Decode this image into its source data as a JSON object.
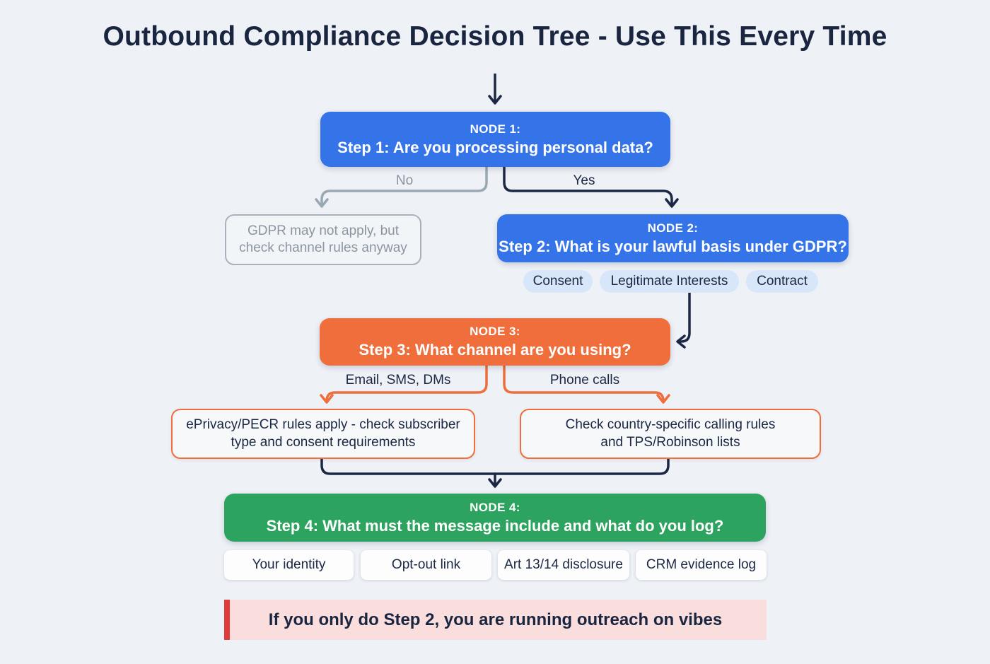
{
  "page": {
    "title": "Outbound Compliance Decision Tree - Use This Every Time"
  },
  "colors": {
    "background": "#eef1f6",
    "navy": "#1b2844",
    "blue_node": "#3574e8",
    "orange_node": "#ef6e3b",
    "green_node": "#2ca45f",
    "gray_line": "#9aa8b3",
    "chip_blue": "#d8e6fa",
    "banner_pink": "#fadedd",
    "banner_red": "#e23b3e"
  },
  "nodes": {
    "node1": {
      "label": "NODE 1:",
      "question": "Step 1: Are you processing personal data?"
    },
    "node2": {
      "label": "NODE 2:",
      "question": "Step 2: What is your lawful basis under GDPR?"
    },
    "node3": {
      "label": "NODE 3:",
      "question": "Step 3: What channel are you using?"
    },
    "node4": {
      "label": "NODE 4:",
      "question": "Step 4: What must the message include and what do you log?"
    }
  },
  "branches": {
    "no": "No",
    "yes": "Yes",
    "email": "Email, SMS, DMs",
    "phone": "Phone calls"
  },
  "outcomes": {
    "gdpr_note": "GDPR may not apply, but check channel rules anyway",
    "eprivacy": "ePrivacy/PECR rules apply - check subscriber type and consent requirements",
    "calling": "Check country-specific calling rules and TPS/Robinson lists"
  },
  "lawful_basis_chips": [
    "Consent",
    "Legitimate Interests",
    "Contract"
  ],
  "message_chips": [
    "Your identity",
    "Opt-out link",
    "Art 13/14 disclosure",
    "CRM evidence log"
  ],
  "banner": {
    "text": "If you only do Step 2, you are running outreach on vibes"
  }
}
